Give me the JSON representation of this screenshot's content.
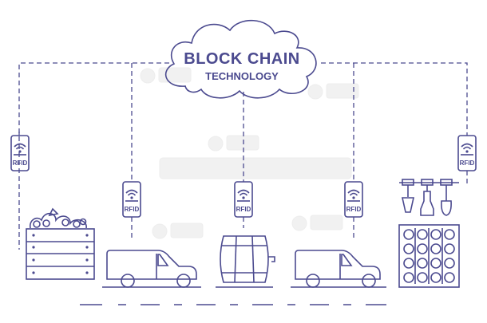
{
  "cloud": {
    "title": "BLOCK CHAIN",
    "subtitle": "TECHNOLOGY"
  },
  "rfid_tags": [
    {
      "label": "RFID",
      "icon": "wifi-icon"
    },
    {
      "label": "RFID",
      "icon": "wifi-icon"
    },
    {
      "label": "RFID",
      "icon": "wifi-icon"
    },
    {
      "label": "RFID",
      "icon": "wifi-icon"
    },
    {
      "label": "RFID",
      "icon": "wifi-icon"
    }
  ],
  "stages": [
    "grape-crate",
    "delivery-van",
    "wine-barrel",
    "delivery-van",
    "wine-rack"
  ],
  "colors": {
    "line": "#4b4a8f",
    "watermark": "#e0e0e0"
  }
}
